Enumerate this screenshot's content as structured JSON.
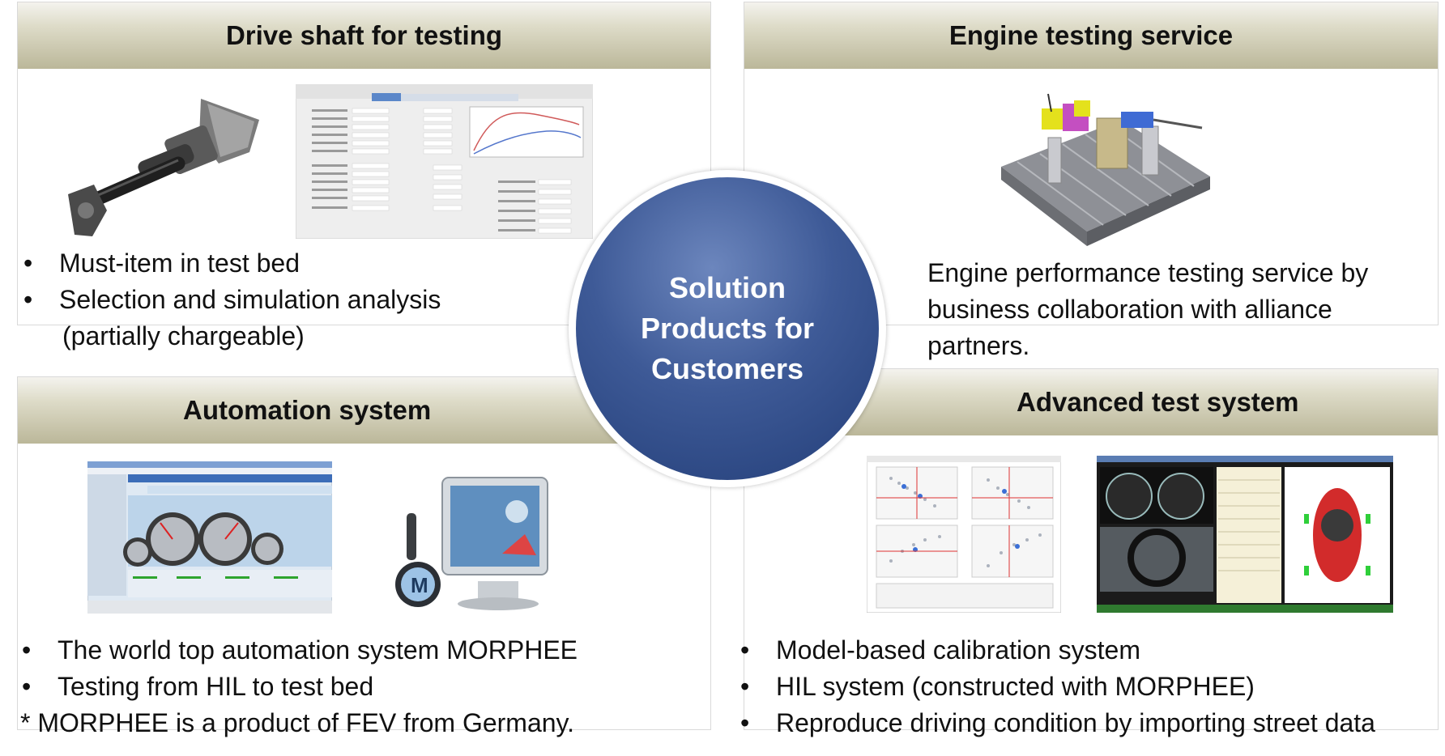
{
  "center": {
    "line1": "Solution",
    "line2": "Products for",
    "line3": "Customers"
  },
  "drive_shaft": {
    "title": "Drive shaft for testing",
    "bullets": [
      "Must-item in test bed",
      "Selection and simulation analysis"
    ],
    "continuation": "(partially chargeable)"
  },
  "engine_testing": {
    "title": "Engine testing service",
    "text_lines": [
      "Engine performance testing service by",
      "business collaboration with alliance",
      "partners."
    ]
  },
  "automation": {
    "title": "Automation system",
    "bullets": [
      "The world top automation system MORPHEE",
      "Testing from HIL to test bed"
    ],
    "note": "* MORPHEE is a product of FEV from Germany."
  },
  "advanced": {
    "title": "Advanced test system",
    "bullets": [
      "Model-based calibration system",
      "HIL system (constructed with MORPHEE)",
      "Reproduce driving condition by importing street data"
    ]
  },
  "colors": {
    "circle": "#3e5a97",
    "header": "#c9c6ab"
  }
}
